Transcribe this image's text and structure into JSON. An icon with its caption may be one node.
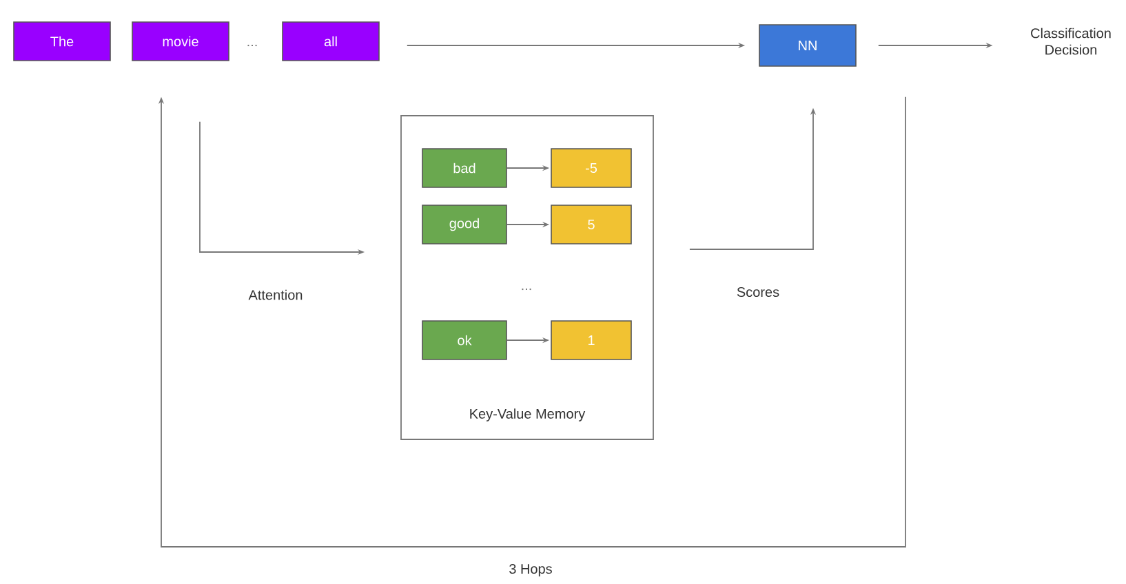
{
  "diagram": {
    "nodes": [
      {
        "text": [
          "The"
        ]
      },
      {
        "text": [
          "movie"
        ]
      },
      {
        "text": [
          "all"
        ]
      },
      {
        "text": [
          "NN"
        ]
      },
      {
        "text": [
          "Classification Decision"
        ]
      },
      {
        "text": [
          "Key-Value Memory"
        ]
      },
      {
        "text": [
          "bad"
        ],
        "in": 5
      },
      {
        "text": [
          "-5"
        ],
        "in": 5
      },
      {
        "text": [
          "good"
        ],
        "in": 5
      },
      {
        "text": [
          "5"
        ],
        "in": 5
      },
      {
        "text": [
          "ok"
        ],
        "in": 5
      },
      {
        "text": [
          "1"
        ],
        "in": 5
      }
    ],
    "edges": [
      {
        "from": 2,
        "to": 3,
        "arrow": "to"
      },
      {
        "from": 3,
        "to": 4,
        "arrow": "to"
      },
      {
        "from": 6,
        "to": 7,
        "arrow": "to"
      },
      {
        "from": 8,
        "to": 9,
        "arrow": "to"
      },
      {
        "from": 10,
        "to": 11,
        "arrow": "to"
      },
      {
        "from": 1,
        "to": 5,
        "arrow": "to",
        "label": "Attention"
      },
      {
        "from": 5,
        "to": 3,
        "arrow": "to",
        "label": "Scores"
      },
      {
        "from": 3,
        "to": 1,
        "arrow": "to",
        "label": "3 Hops"
      }
    ],
    "labels": [
      "...",
      "..."
    ]
  }
}
